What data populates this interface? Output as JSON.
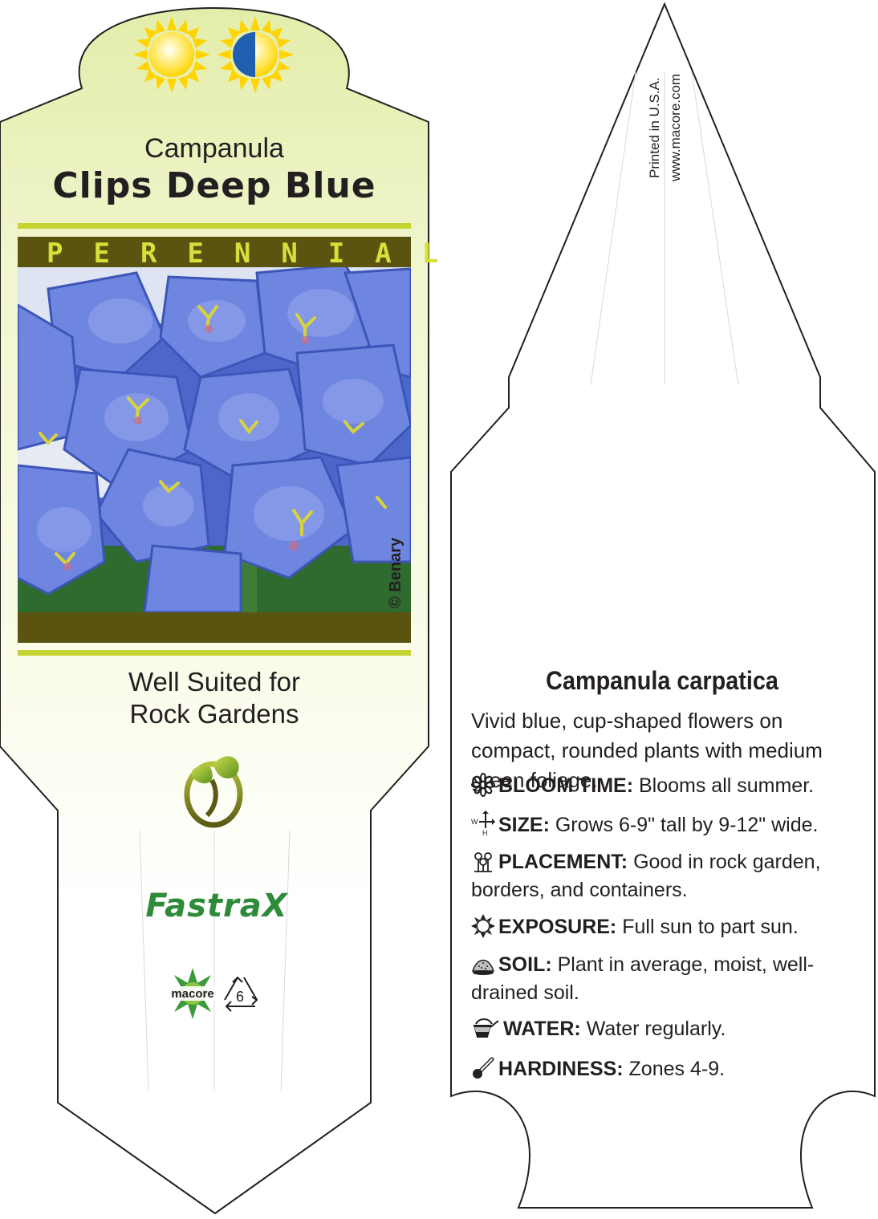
{
  "front": {
    "genus": "Campanula",
    "variety": "Clips Deep Blue",
    "category": "PERENNIAL",
    "photo_credit": "© Benary",
    "tagline_line1": "Well Suited for",
    "tagline_line2": "Rock Gardens",
    "brand": "FastraX",
    "maker_logo": "macore",
    "recycle_code": "6",
    "icons": [
      "full-sun-icon",
      "part-sun-icon",
      "seed-sprout-logo-icon",
      "macore-star-logo-icon",
      "recycle-icon"
    ]
  },
  "back": {
    "printed_line1": "Printed in U.S.A.",
    "printed_line2": "www.macore.com",
    "scientific_name": "Campanula carpatica",
    "description": "Vivid blue, cup-shaped flowers on compact, rounded plants with medium green foliage.",
    "care": [
      {
        "icon": "flower-icon",
        "label": "BLOOM TIME:",
        "value": "Blooms all summer."
      },
      {
        "icon": "size-arrows-icon",
        "label": "SIZE:",
        "value": "Grows 6-9\" tall by 9-12\" wide."
      },
      {
        "icon": "plants-icon",
        "label": "PLACEMENT:",
        "value": "Good in rock garden, borders, and containers."
      },
      {
        "icon": "sun-outline-icon",
        "label": "EXPOSURE:",
        "value": "Full sun to part sun."
      },
      {
        "icon": "soil-mound-icon",
        "label": "SOIL:",
        "value": "Plant in average, moist, well-drained soil."
      },
      {
        "icon": "watering-can-icon",
        "label": "WATER:",
        "value": "Water regularly."
      },
      {
        "icon": "thermometer-icon",
        "label": "HARDINESS:",
        "value": "Zones 4-9."
      }
    ],
    "size_icon_letters": {
      "w": "W",
      "h": "H"
    }
  },
  "colors": {
    "band_olive": "#5a5410",
    "lime_line": "#c5d332",
    "pale_green": "#eaf2b4",
    "perennial_text": "#d7df3a",
    "flower_blue": "#5f78d8",
    "brand_green": "#2e8b3a",
    "sun_yellow": "#ffe21a",
    "sun_blue": "#1f5fb0"
  }
}
